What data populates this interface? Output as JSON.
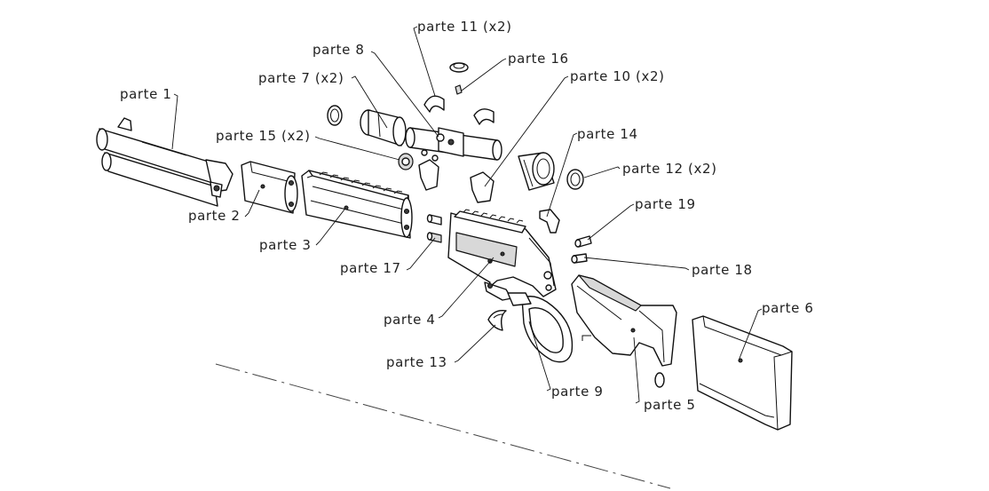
{
  "labels": {
    "p1": "parte 1",
    "p2": "parte 2",
    "p3": "parte 3",
    "p4": "parte 4",
    "p5": "parte 5",
    "p6": "parte 6",
    "p7": "parte 7 (x2)",
    "p8": "parte 8",
    "p9": "parte 9",
    "p10": "parte 10 (x2)",
    "p11": "parte 11 (x2)",
    "p12": "parte 12 (x2)",
    "p13": "parte 13",
    "p14": "parte 14",
    "p15": "parte 15 (x2)",
    "p16": "parte 16",
    "p17": "parte 17",
    "p18": "parte 18",
    "p19": "parte 19"
  },
  "colors": {
    "line": "#111111",
    "fill": "#ffffff",
    "shade": "#d8d8d8",
    "text": "#222222"
  }
}
